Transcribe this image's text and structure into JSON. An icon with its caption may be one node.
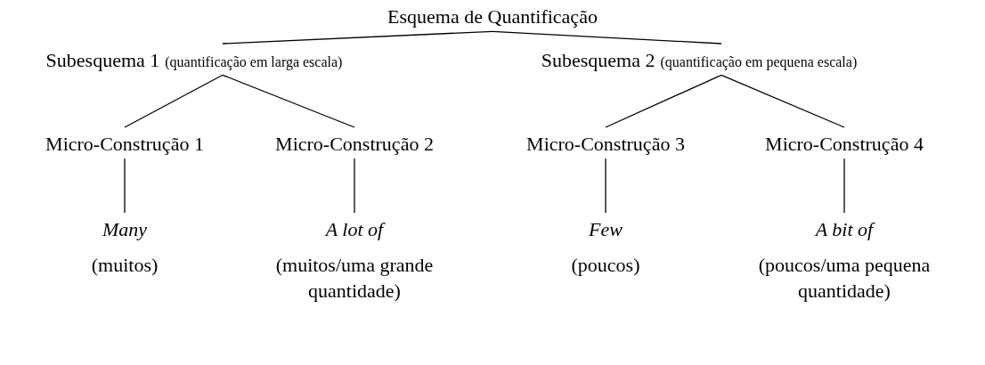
{
  "diagram": {
    "nodes": [
      {
        "text": [
          "Esquema de Quantificação"
        ]
      },
      {
        "text": [
          "Subesquema 1",
          "(quantificação em larga escala)"
        ]
      },
      {
        "text": [
          "Subesquema 2",
          "(quantificação em pequena escala)"
        ]
      },
      {
        "text": [
          "Micro-Construção 1"
        ]
      },
      {
        "text": [
          "Micro-Construção 2"
        ]
      },
      {
        "text": [
          "Micro-Construção 3"
        ]
      },
      {
        "text": [
          "Micro-Construção 4"
        ]
      },
      {
        "text": [
          "Many"
        ],
        "beside": [
          "(muitos)"
        ]
      },
      {
        "text": [
          "A lot of"
        ],
        "beside": [
          "(muitos/uma grande quantidade)"
        ]
      },
      {
        "text": [
          "Few"
        ],
        "beside": [
          "(poucos)"
        ]
      },
      {
        "text": [
          "A bit of"
        ],
        "beside": [
          "(poucos/uma pequena quantidade)"
        ]
      }
    ],
    "edges": [
      {
        "from": 0,
        "to": 1,
        "arrow": "none"
      },
      {
        "from": 0,
        "to": 2,
        "arrow": "none"
      },
      {
        "from": 1,
        "to": 3,
        "arrow": "none"
      },
      {
        "from": 1,
        "to": 4,
        "arrow": "none"
      },
      {
        "from": 2,
        "to": 5,
        "arrow": "none"
      },
      {
        "from": 2,
        "to": 6,
        "arrow": "none"
      },
      {
        "from": 3,
        "to": 7,
        "arrow": "none"
      },
      {
        "from": 4,
        "to": 8,
        "arrow": "none"
      },
      {
        "from": 5,
        "to": 9,
        "arrow": "none"
      },
      {
        "from": 6,
        "to": 10,
        "arrow": "none"
      }
    ]
  }
}
